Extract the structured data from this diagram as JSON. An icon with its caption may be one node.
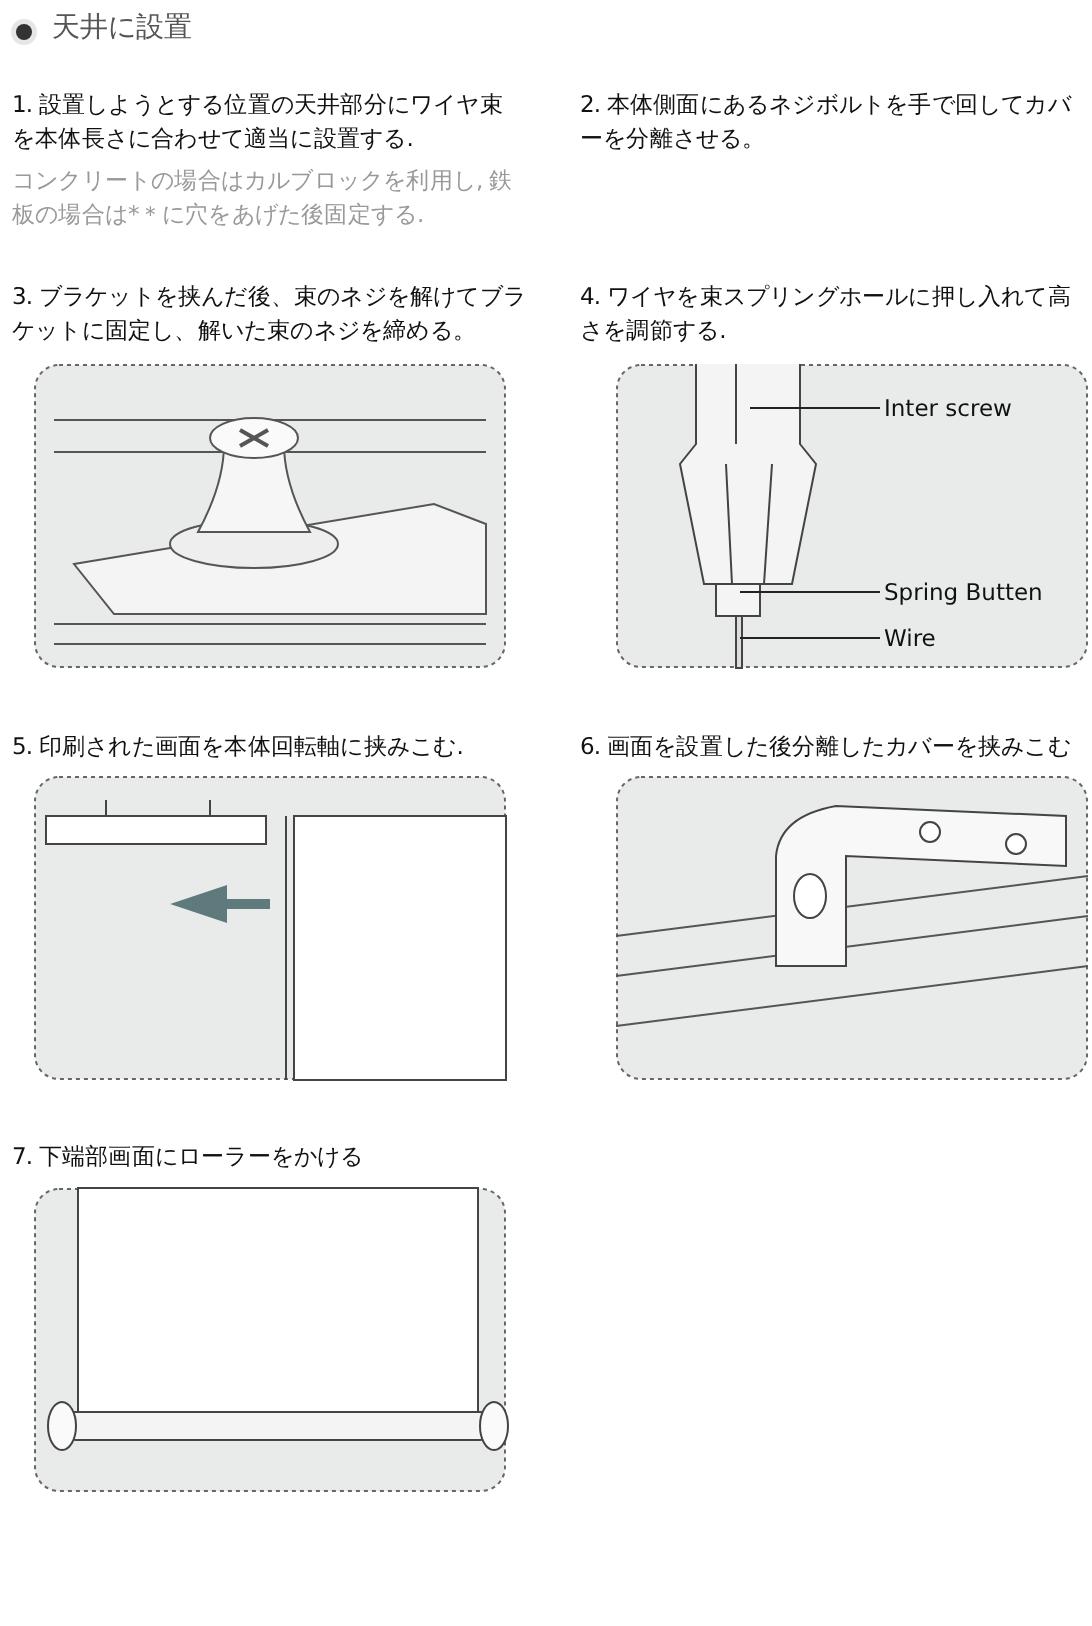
{
  "diagram": {
    "title": "天井に設置",
    "nodes": [
      {
        "text": [
          "Inter screw"
        ]
      },
      {
        "text": [
          "Spring Butten"
        ]
      },
      {
        "text": [
          "Wire"
        ]
      }
    ],
    "edges": [
      {
        "from": 0,
        "to": null,
        "arrow": "none"
      },
      {
        "from": 1,
        "to": null,
        "arrow": "none"
      },
      {
        "from": 2,
        "to": null,
        "arrow": "none"
      }
    ],
    "labels": [
      "1. 設置しようとする位置の天井部分にワイヤ束を本体長さに合わせて適当に設置する.",
      "コンクリートの場合はカルブロックを利用し, 鉄板の場合は*＊に穴をあげた後固定する.",
      "2. 本体側面にあるネジボルトを手で回してカバーを分離させる。",
      "3. ブラケットを挟んだ後、束のネジを解けてブラケットに固定し、解いた束のネジを締める。",
      "4. ワイヤを束スプリングホールに押し入れて高さを調節する.",
      "5. 印刷された画面を本体回転軸に挟みこむ.",
      "6. 画面を設置した後分離したカバーを挟みこむ",
      "7. 下端部画面にローラーをかける"
    ]
  }
}
